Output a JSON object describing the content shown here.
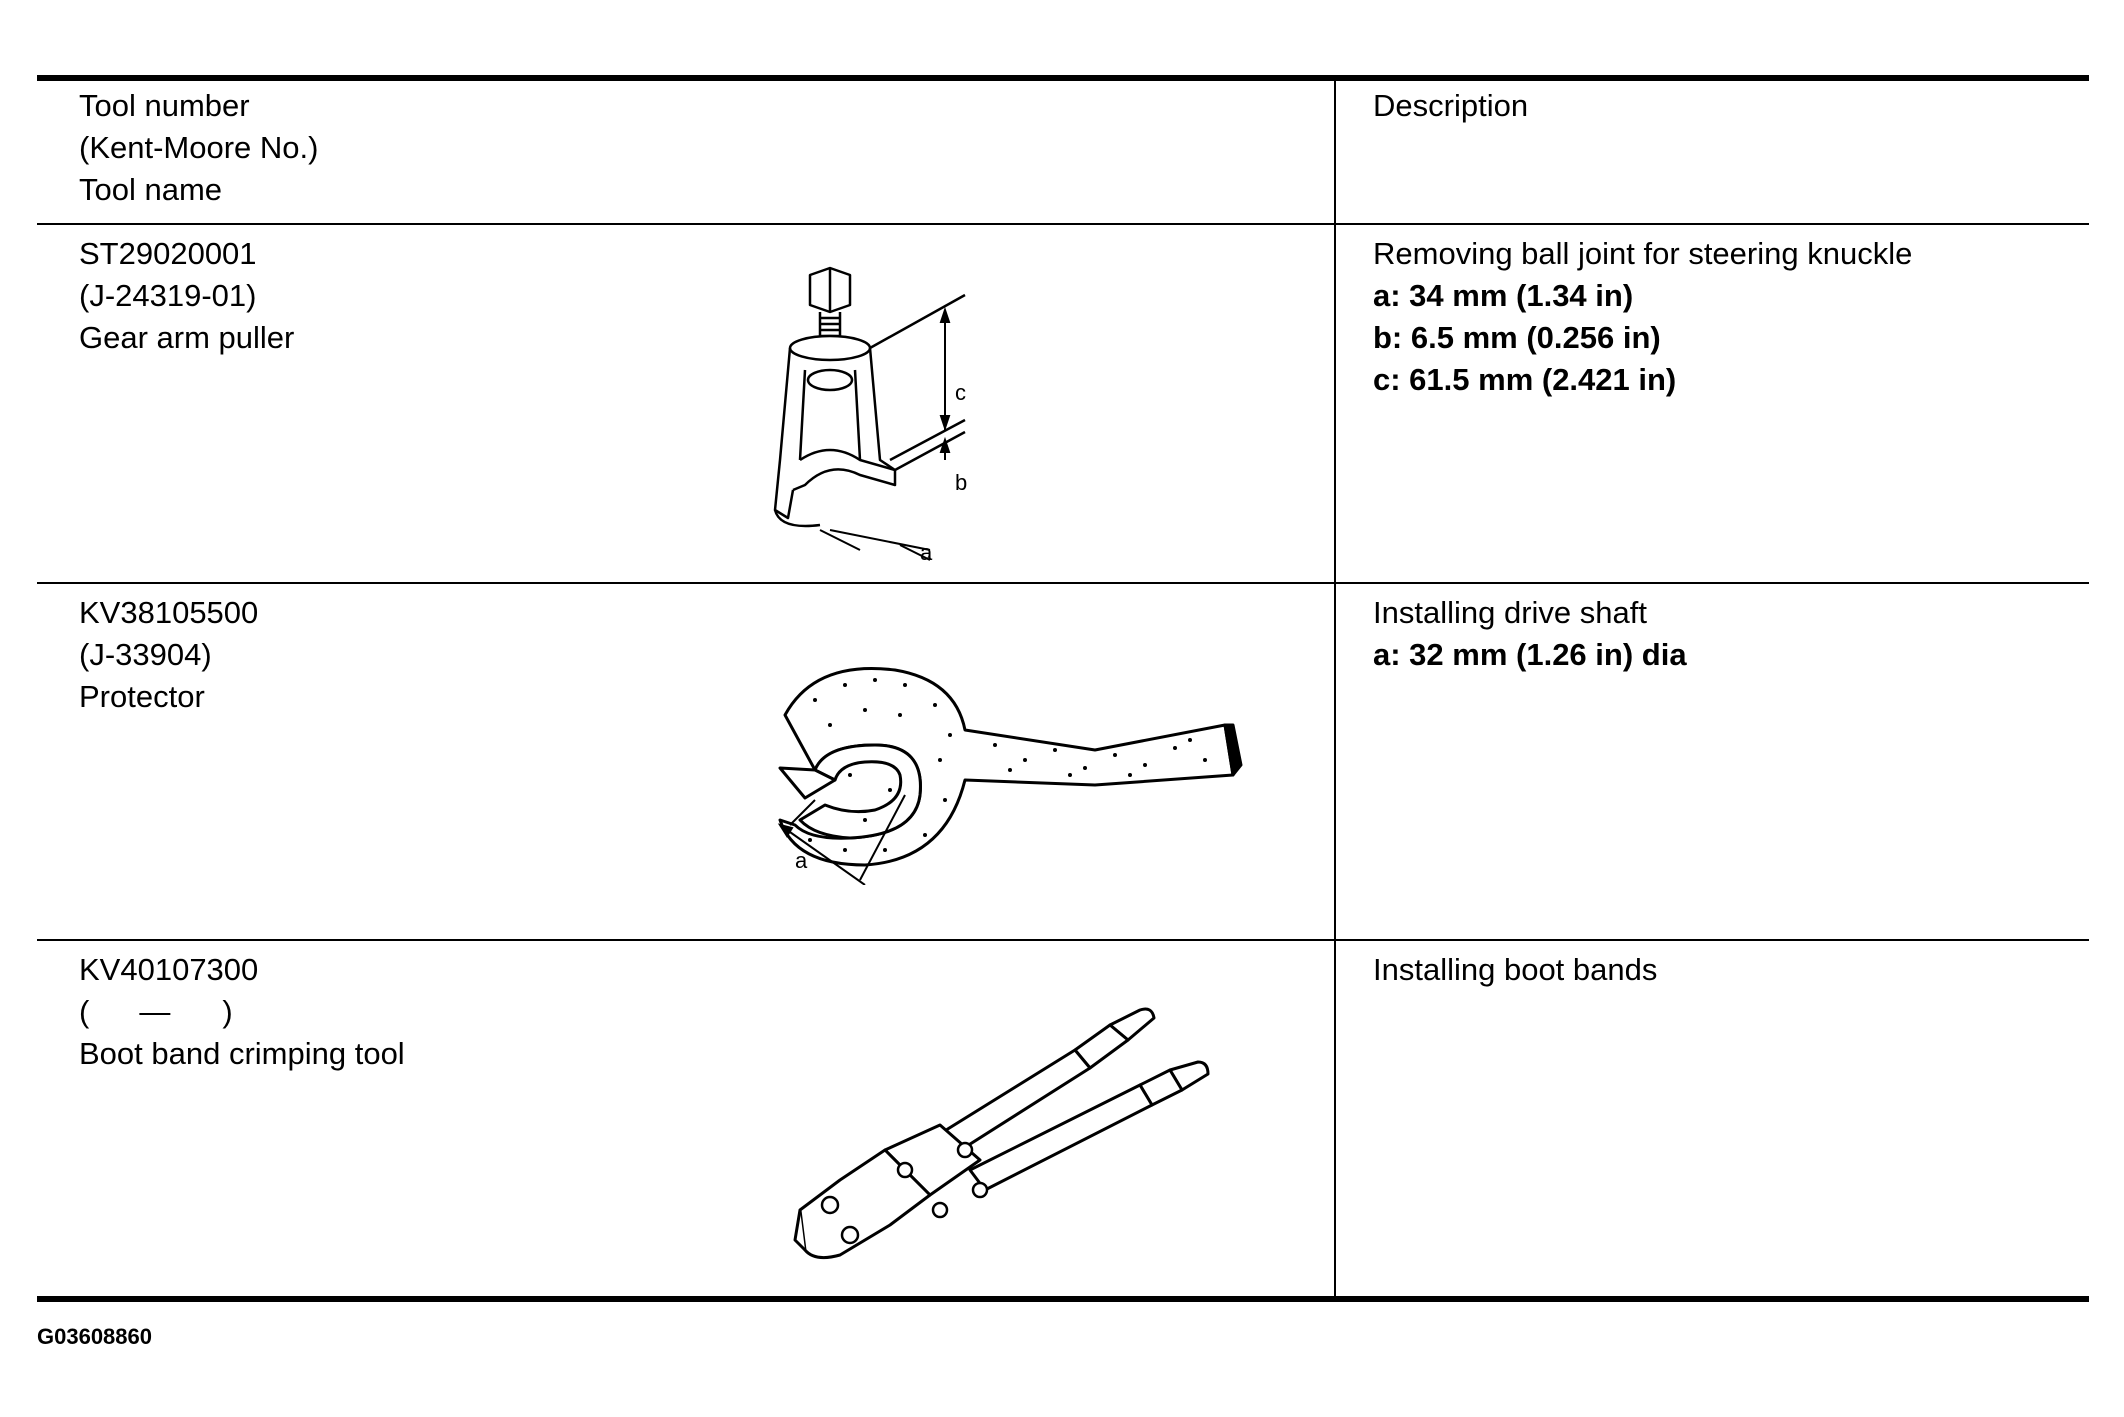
{
  "header": {
    "tool_col": [
      "Tool number",
      "(Kent-Moore No.)",
      "Tool name"
    ],
    "desc_col": "Description"
  },
  "rows": [
    {
      "tool_number": "ST29020001",
      "kent_moore": "(J-24319-01)",
      "tool_name": "Gear arm puller",
      "description": "Removing ball joint for steering knuckle",
      "specs": [
        "a: 34 mm (1.34 in)",
        "b: 6.5 mm (0.256 in)",
        "c: 61.5 mm (2.421 in)"
      ],
      "dim_labels": [
        "a",
        "b",
        "c"
      ]
    },
    {
      "tool_number": "KV38105500",
      "kent_moore": "(J-33904)",
      "tool_name": "Protector",
      "description": "Installing drive shaft",
      "specs": [
        "a: 32 mm (1.26 in) dia"
      ],
      "dim_labels": [
        "a"
      ]
    },
    {
      "tool_number": "KV40107300",
      "kent_moore_open": "(",
      "kent_moore_dash": "—",
      "kent_moore_close": ")",
      "tool_name": "Boot band crimping tool",
      "description": "Installing boot bands",
      "specs": []
    }
  ],
  "figure_id": "G03608860"
}
